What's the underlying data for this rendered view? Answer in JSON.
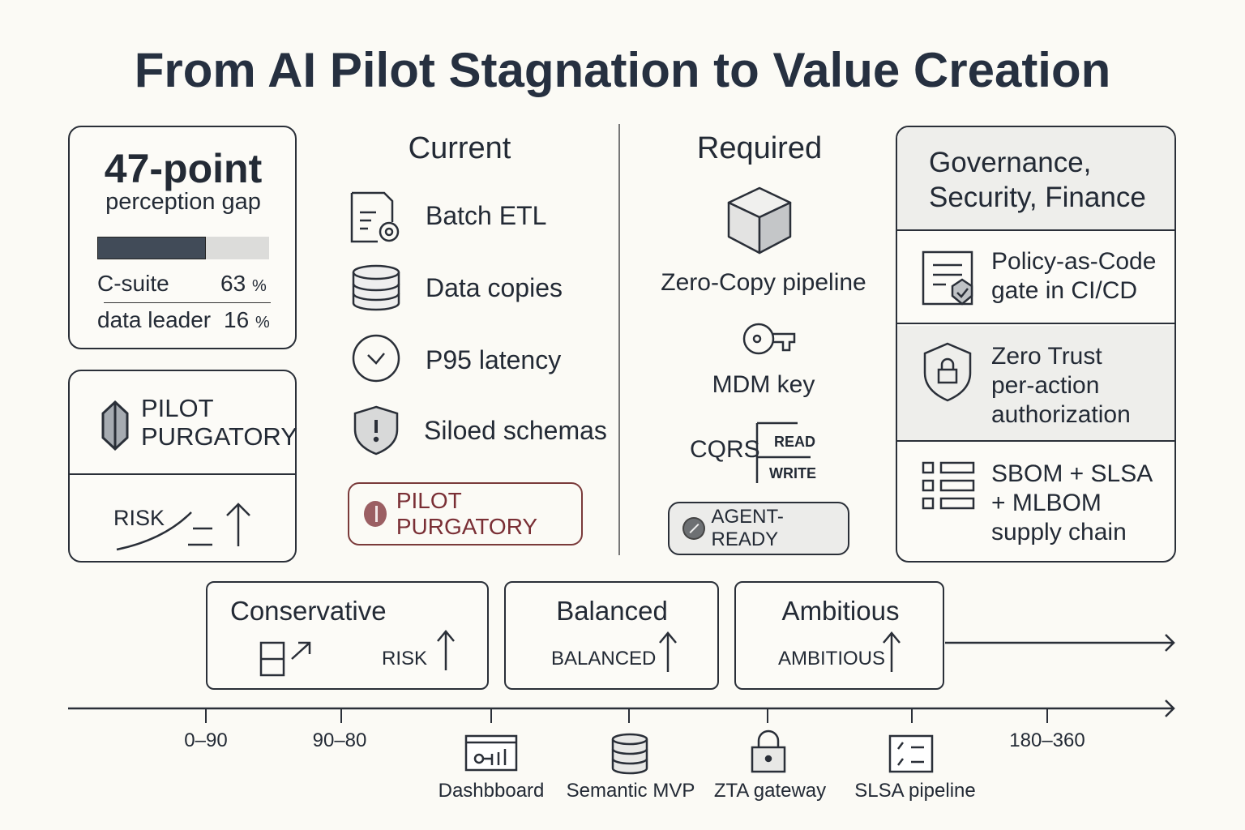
{
  "title": "From AI Pilot Stagnation to Value Creation",
  "gap_card": {
    "headline": "47-point",
    "subtitle": "perception gap",
    "progress_percent": 63,
    "rows": [
      {
        "label": "C-suite",
        "value": "63",
        "unit": "%"
      },
      {
        "label": "data leader",
        "value": "16",
        "unit": "%"
      }
    ]
  },
  "purgatory_card": {
    "line1": "PILOT",
    "line2": "PURGATORY",
    "risk_label": "RISK"
  },
  "current": {
    "heading": "Current",
    "items": [
      {
        "label": "Batch ETL",
        "icon": "document-gear-icon"
      },
      {
        "label": "Data copies",
        "icon": "database-icon"
      },
      {
        "label": "P95 latency",
        "icon": "clock-icon"
      },
      {
        "label": "Siloed schemas",
        "icon": "shield-alert-icon"
      }
    ],
    "badge": "PILOT PURGATORY"
  },
  "required": {
    "heading": "Required",
    "pipeline_label": "Zero-Copy pipeline",
    "key_label": "MDM key",
    "cqrs_label": "CQRS",
    "read_label": "READ",
    "write_label": "WRITE",
    "badge": "AGENT-READY"
  },
  "governance": {
    "heading_line1": "Governance,",
    "heading_line2": "Security, Finance",
    "items": [
      {
        "lines": [
          "Policy-as-Code",
          "gate in CI/CD"
        ],
        "icon": "policy-check-icon"
      },
      {
        "lines": [
          "Zero Trust",
          "per-action",
          "authorization"
        ],
        "icon": "shield-lock-icon"
      },
      {
        "lines": [
          "SBOM + SLSA",
          "+ MLBOM",
          "supply chain"
        ],
        "icon": "component-grid-icon"
      }
    ]
  },
  "scenarios": [
    {
      "title": "Conservative",
      "tag": "RISK"
    },
    {
      "title": "Balanced",
      "tag": "BALANCED"
    },
    {
      "title": "Ambitious",
      "tag": "AMBITIOUS"
    }
  ],
  "timeline": {
    "ranges": [
      "0–90",
      "90–80",
      "180–360"
    ],
    "milestones": [
      {
        "label": "Dashbboard",
        "icon": "dashboard-icon"
      },
      {
        "label": "Semantic MVP",
        "icon": "database-icon"
      },
      {
        "label": "ZTA gateway",
        "icon": "lock-icon"
      },
      {
        "label": "SLSA pipeline",
        "icon": "checklist-icon"
      }
    ]
  },
  "colors": {
    "ink": "#232a35",
    "bar": "#414b58",
    "purgatory": "#7a2f35",
    "panel": "#eeeeeb"
  }
}
